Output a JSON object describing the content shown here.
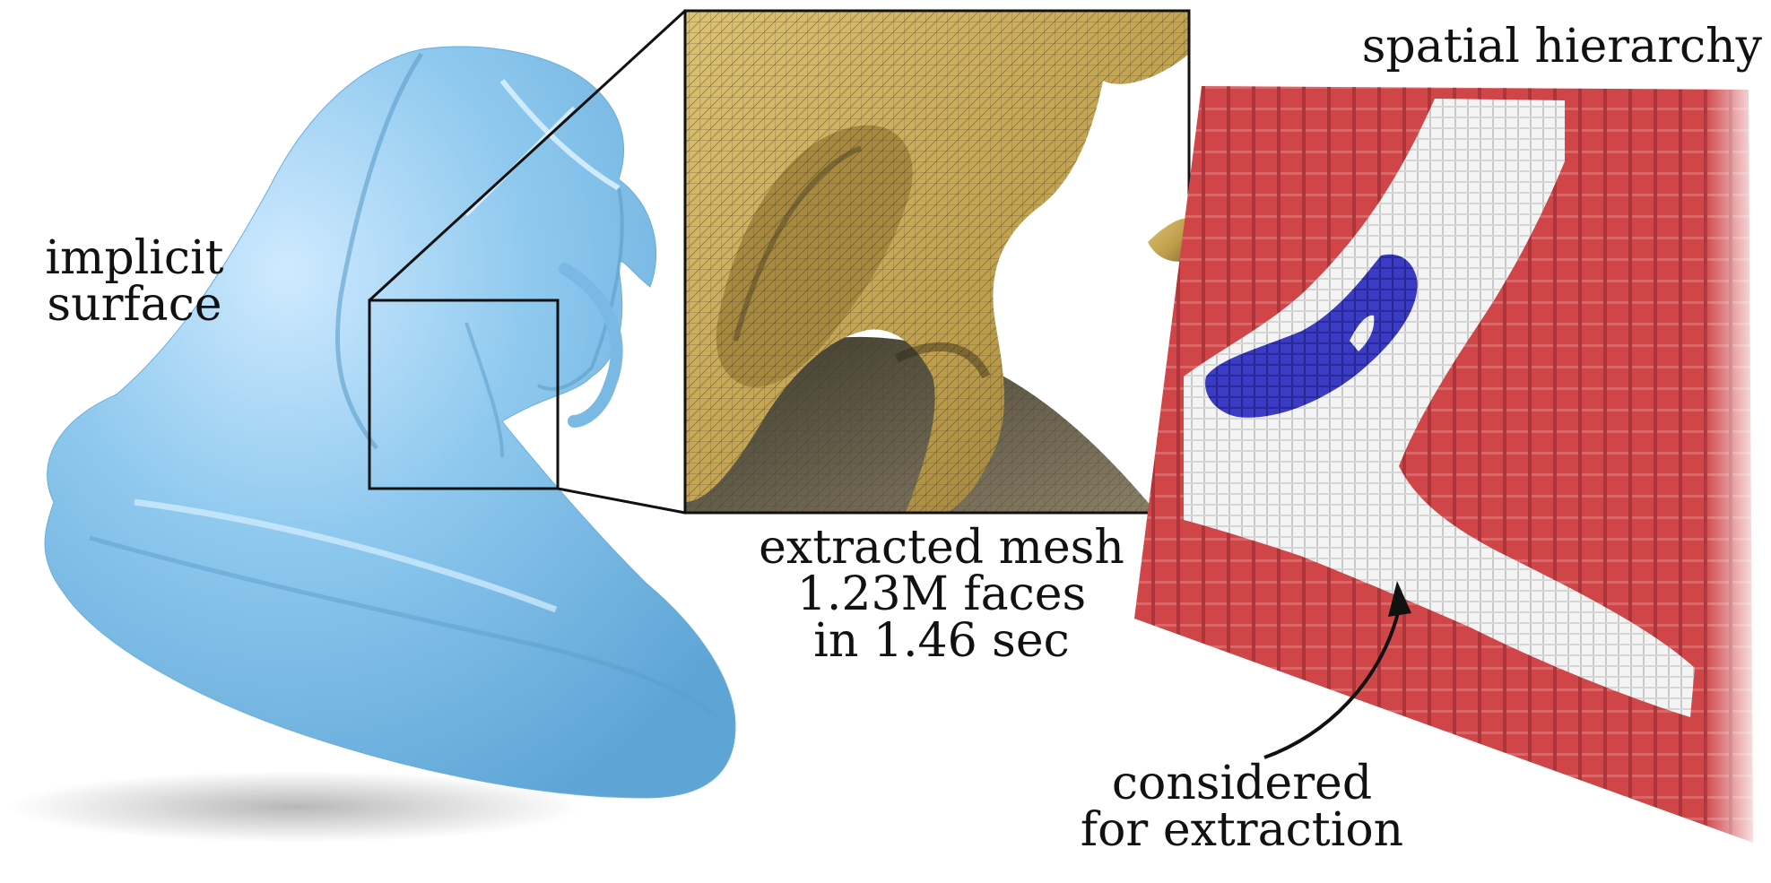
{
  "figure": {
    "labels": {
      "implicit_surface": [
        "implicit",
        "surface"
      ],
      "extracted_mesh": [
        "extracted mesh",
        "1.23M faces",
        "in 1.46 sec"
      ],
      "spatial_hierarchy": "spatial hierarchy",
      "considered_for_extraction": [
        "considered",
        "for extraction"
      ]
    },
    "colors": {
      "surface_blue": "#8ec8ee",
      "mesh_gold": "#c8ab55",
      "mesh_dark": "#6a5f3c",
      "voxel_red": "#d2474a",
      "voxel_white": "#f2f2f2",
      "voxel_blue": "#3838c0"
    }
  }
}
